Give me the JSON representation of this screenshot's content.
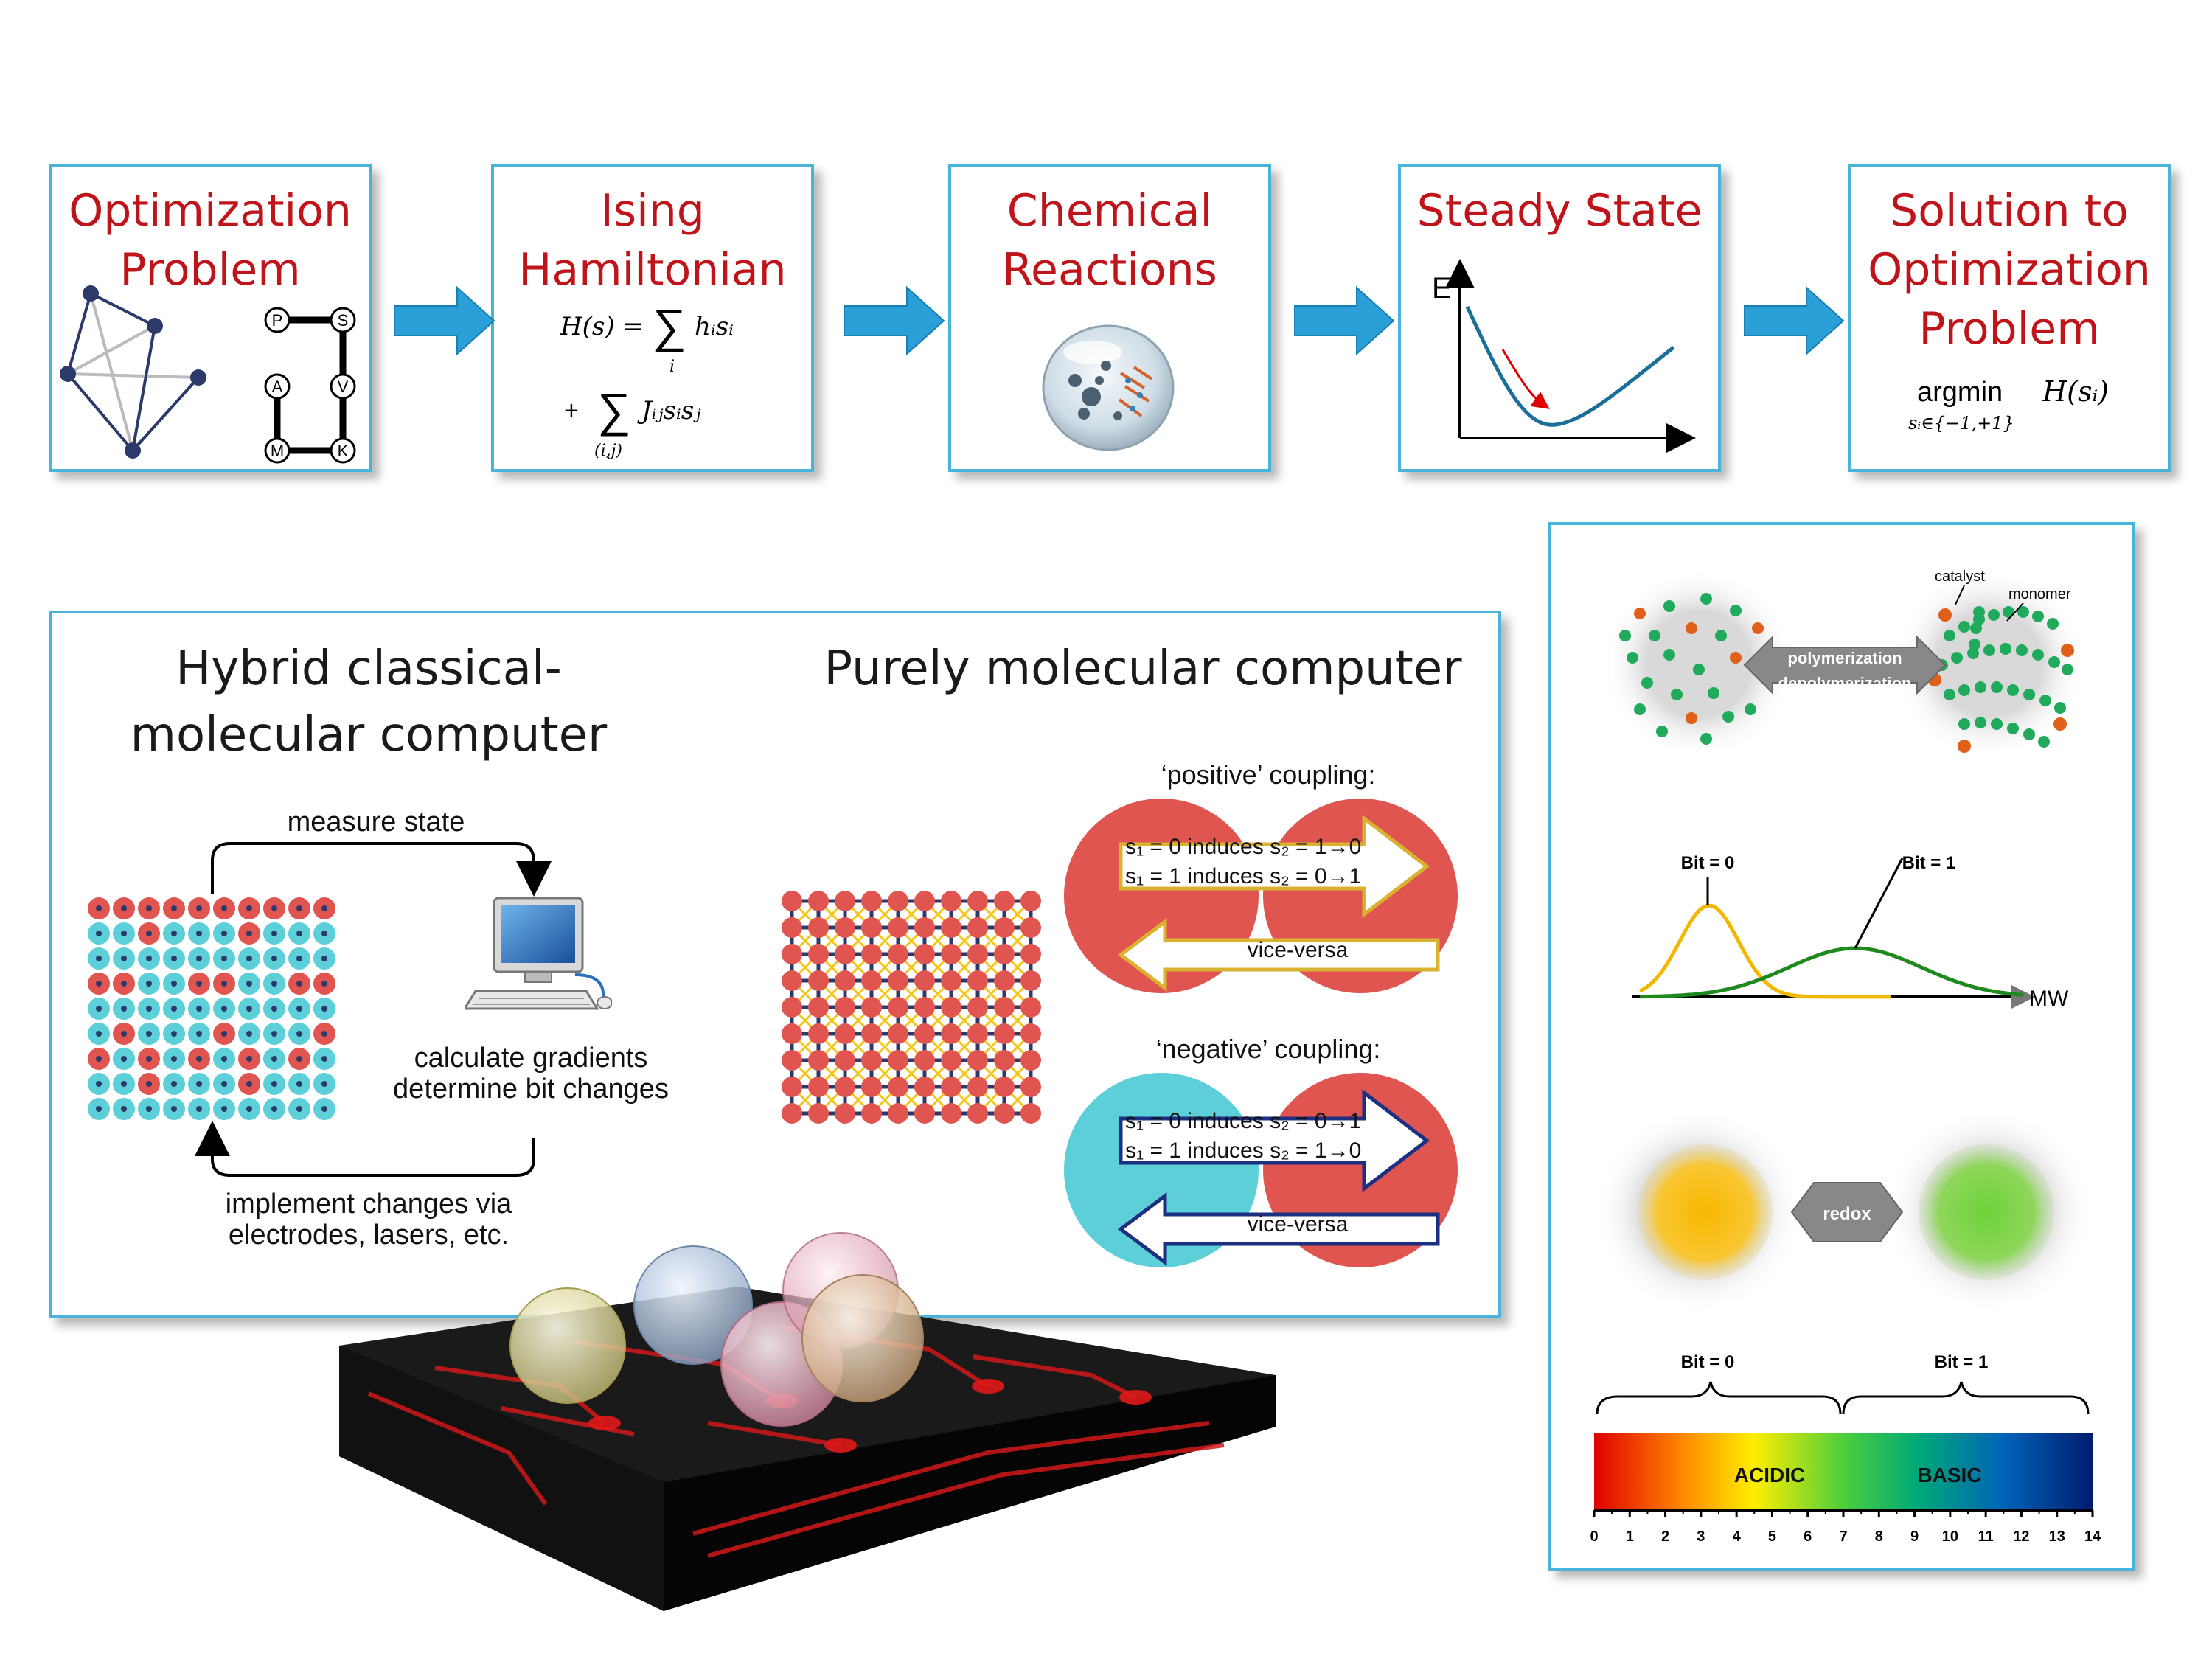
{
  "pipeline": {
    "step1": {
      "line1": "Optimization",
      "line2": "Problem",
      "graph_letters": [
        "P",
        "S",
        "A",
        "V",
        "M",
        "K"
      ]
    },
    "step2": {
      "line1": "Ising",
      "line2": "Hamiltonian",
      "eq_lhs": "H(s) =",
      "eq_term1": "hᵢsᵢ",
      "eq_sub1": "i",
      "eq_plus": "+",
      "eq_term2": "Jᵢⱼsᵢsⱼ",
      "eq_sub2": "(i,j)"
    },
    "step3": {
      "line1": "Chemical",
      "line2": "Reactions"
    },
    "step4": {
      "line1": "Steady State",
      "axis_label": "E"
    },
    "step5": {
      "line1": "Solution to",
      "line2": "Optimization",
      "line3": "Problem",
      "argmin": "argmin",
      "H_expr": "H(sᵢ)",
      "subscript": "sᵢ∈{−1,+1}"
    }
  },
  "hybrid": {
    "title_line1": "Hybrid classical-",
    "title_line2": "molecular computer",
    "measure_label": "measure state",
    "calc_line1": "calculate gradients",
    "calc_line2": "determine bit changes",
    "impl_line1": "implement changes via",
    "impl_line2": "electrodes, lasers, etc."
  },
  "molecular": {
    "title": "Purely molecular computer",
    "positive_title": "‘positive’ coupling:",
    "positive_line1": "s₁ = 0 induces s₂ = 1→0",
    "positive_line2": "s₁ = 1 induces s₂ = 0→1",
    "negative_title": "‘negative’ coupling:",
    "negative_line1": "s₁ = 0 induces s₂ = 0→1",
    "negative_line2": "s₁ = 1 induces s₂ = 1→0",
    "vice_versa": "vice-versa"
  },
  "right_panel": {
    "catalyst": "catalyst",
    "monomer": "monomer",
    "polymerization": "polymerization",
    "depolymerization": "depolymerization",
    "bit0": "Bit = 0",
    "bit1": "Bit = 1",
    "mw": "MW",
    "redox": "redox",
    "bit0_ph": "Bit = 0",
    "bit1_ph": "Bit = 1",
    "acidic": "ACIDIC",
    "basic": "BASIC",
    "ph_ticks": [
      "0",
      "1",
      "2",
      "3",
      "4",
      "5",
      "6",
      "7",
      "8",
      "9",
      "10",
      "11",
      "12",
      "13",
      "14"
    ]
  },
  "colors": {
    "accent_border": "#4ab3d9",
    "title_red": "#c0141b",
    "spin_cyan": "#5ccfd8",
    "spin_red": "#e05550",
    "node_navy": "#2c3a6b",
    "gold": "#f5c518",
    "green": "#1e8a1e"
  }
}
